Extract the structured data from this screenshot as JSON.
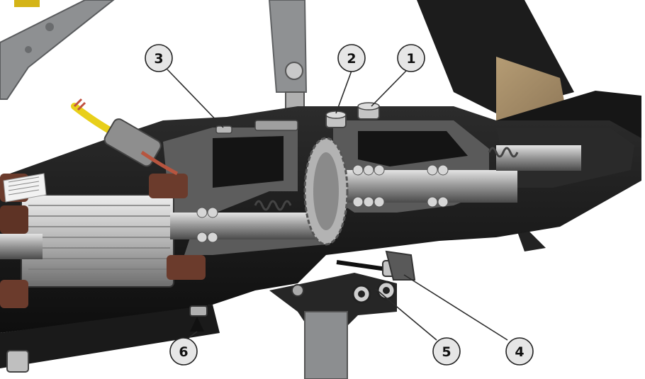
{
  "colors": {
    "housing": "#1f1f1f",
    "section": "#5c5c5c",
    "steel": "#a9aaac",
    "bracket": "#8d8f91",
    "winding": "#6a3a2c",
    "cable": "#e8cf1a",
    "callout_fill": "#e6e6e6",
    "callout_stroke": "#222222",
    "leader": "#2b2b2b"
  },
  "callouts": [
    {
      "id": "1",
      "label": "1"
    },
    {
      "id": "2",
      "label": "2"
    },
    {
      "id": "3",
      "label": "3"
    },
    {
      "id": "4",
      "label": "4"
    },
    {
      "id": "5",
      "label": "5"
    },
    {
      "id": "6",
      "label": "6"
    }
  ]
}
